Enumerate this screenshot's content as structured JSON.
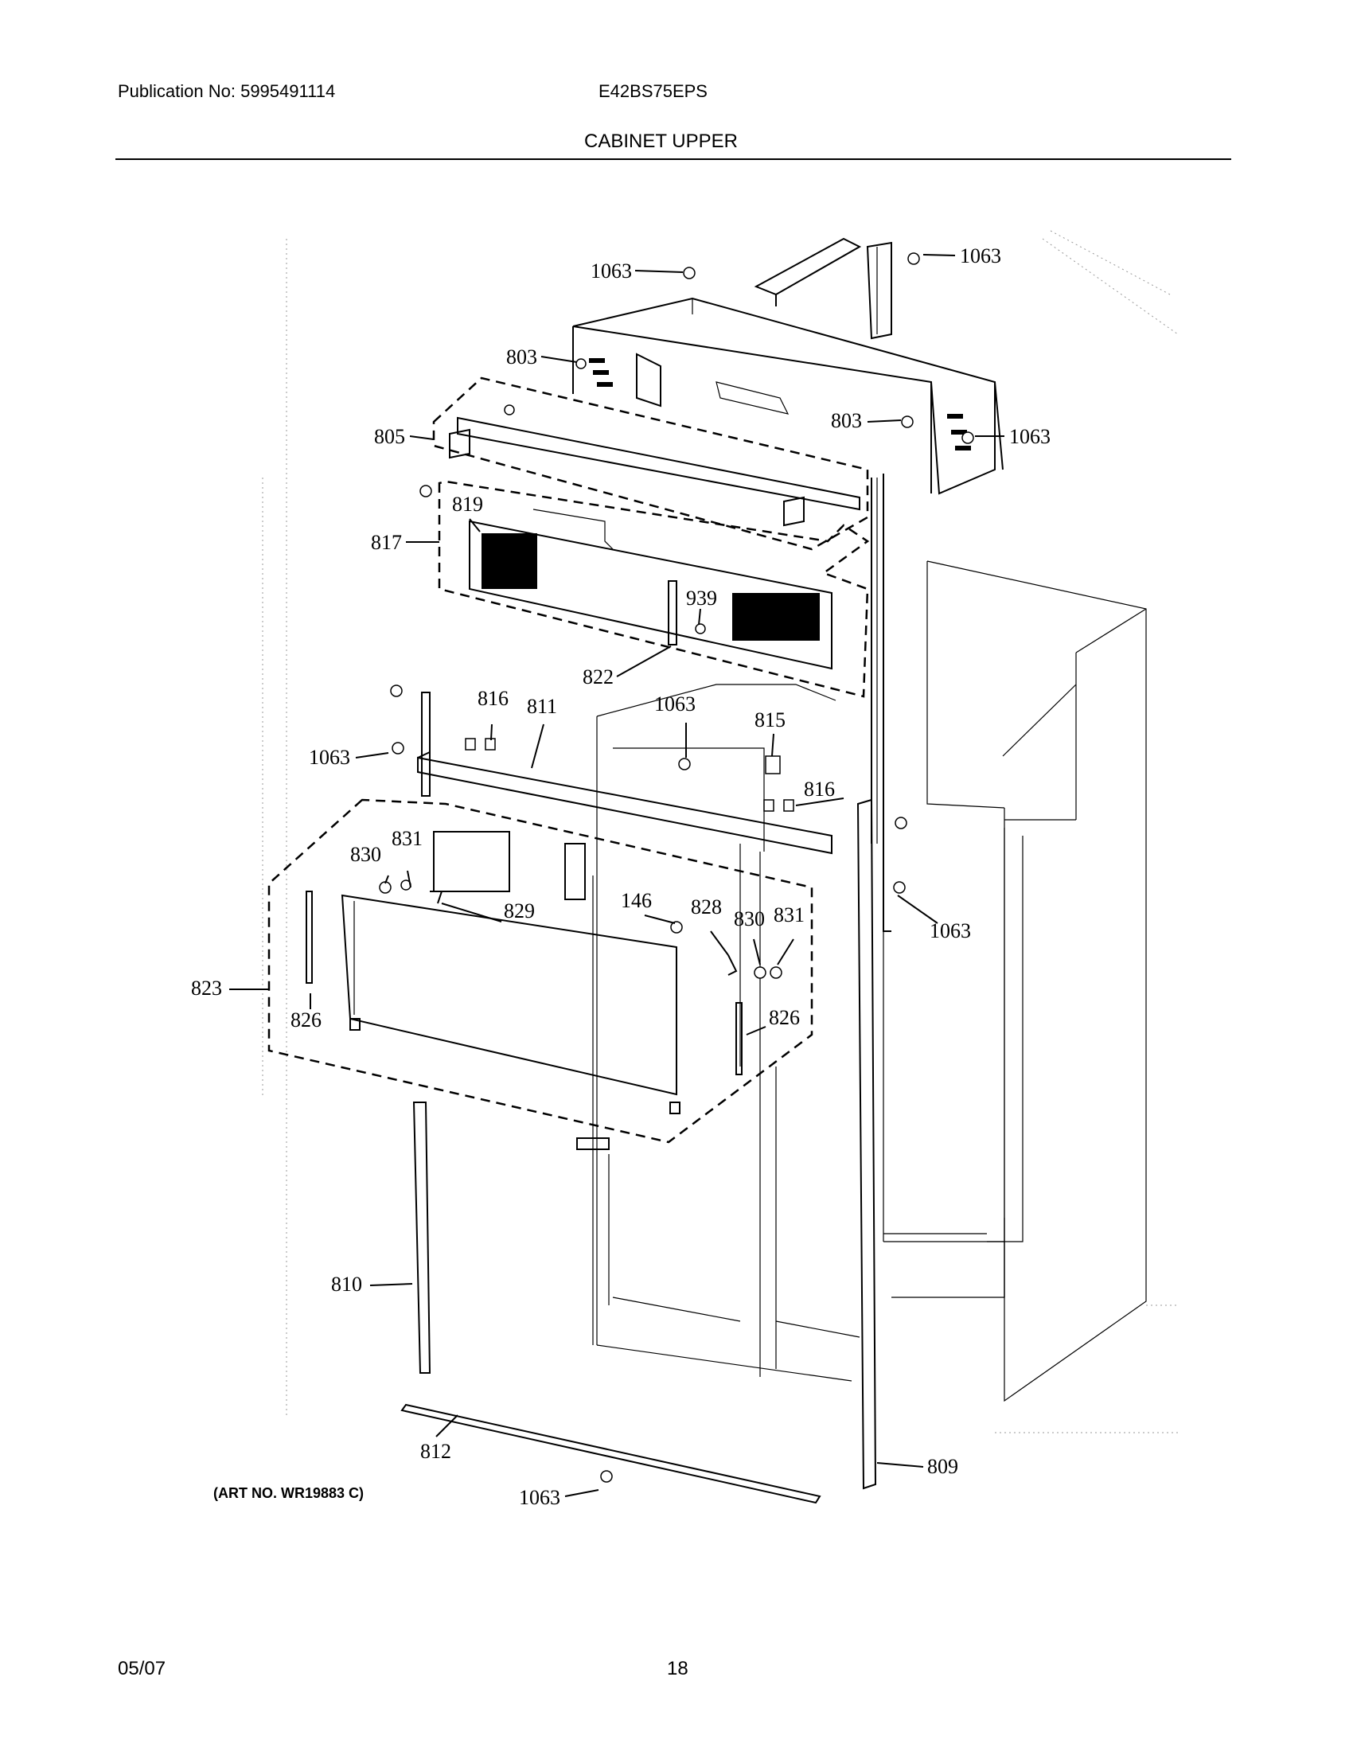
{
  "header": {
    "publication": "Publication No: 5995491114",
    "model": "E42BS75EPS",
    "section_title": "CABINET UPPER"
  },
  "diagram": {
    "art_number": "(ART NO. WR19883 C)",
    "callouts": {
      "c1063_top": "1063",
      "c1063_right_top": "1063",
      "c803_left": "803",
      "c803_right": "803",
      "c1063_right_mid": "1063",
      "c805": "805",
      "c819": "819",
      "c817": "817",
      "c939": "939",
      "c822": "822",
      "c816_a": "816",
      "c811": "811",
      "c1063_center": "1063",
      "c815": "815",
      "c1063_left": "1063",
      "c816_b": "816",
      "c831_a": "831",
      "c830_a": "830",
      "c829": "829",
      "c146": "146",
      "c828": "828",
      "c830_b": "830",
      "c831_b": "831",
      "c1063_right_low": "1063",
      "c823": "823",
      "c826_a": "826",
      "c826_b": "826",
      "c810": "810",
      "c812": "812",
      "c809": "809",
      "c1063_bottom": "1063"
    }
  },
  "footer": {
    "date": "05/07",
    "page_number": "18"
  }
}
